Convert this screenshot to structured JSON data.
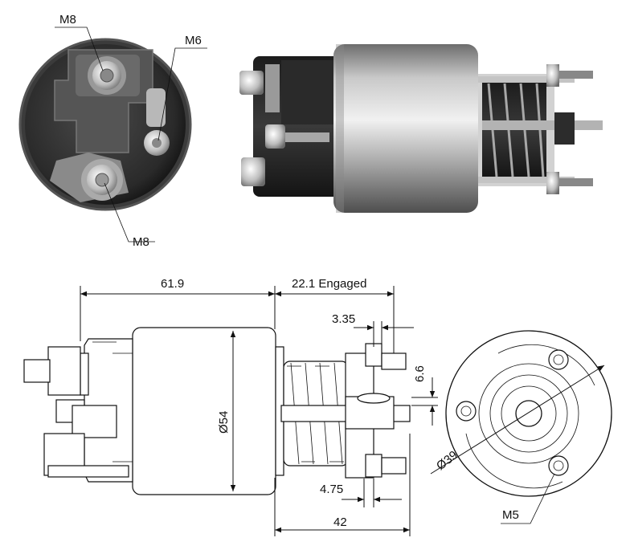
{
  "photos": {
    "end_view_labels": {
      "top_terminal": "M8",
      "small_terminal": "M6",
      "bottom_terminal": "M8"
    }
  },
  "drawing": {
    "dimensions": {
      "body_length": "61.9",
      "engaged_travel": "22.1 Engaged",
      "stud_offset": "3.35",
      "stud_height": "6.6",
      "body_diameter": "Ø54",
      "flange_thickness": "4.75",
      "total_length": "42",
      "bolt_circle": "Ø39",
      "mount_thread": "M5"
    }
  }
}
